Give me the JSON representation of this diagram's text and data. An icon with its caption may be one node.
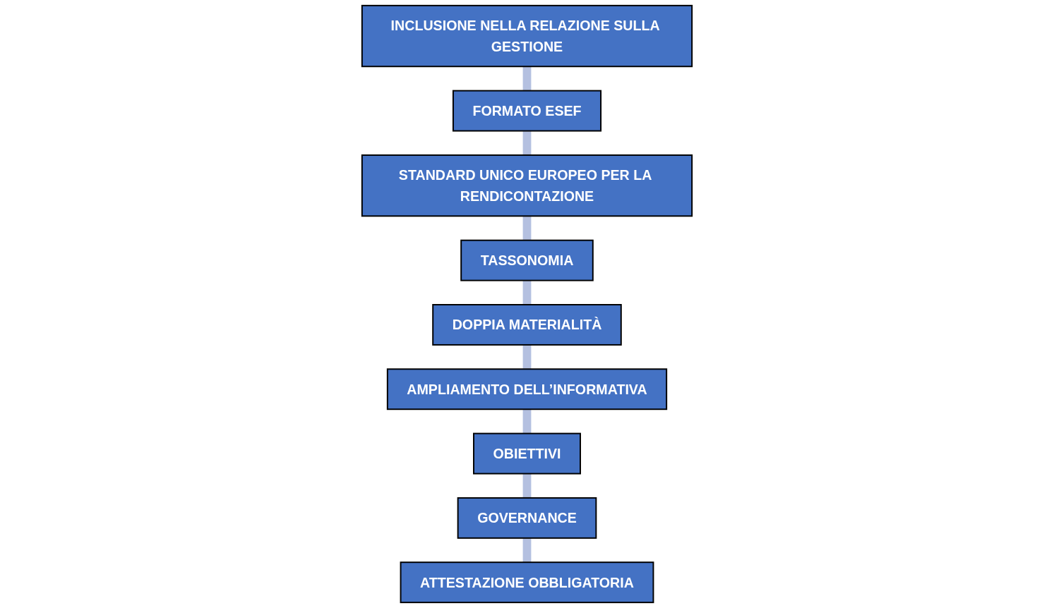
{
  "diagram": {
    "nodes": [
      {
        "text": [
          "INCLUSIONE NELLA RELAZIONE SULLA GESTIONE"
        ]
      },
      {
        "text": [
          "AMPLIAMENTO DELL’INFORMATIVA"
        ]
      },
      {
        "text": [
          "OBIETTIVI"
        ]
      },
      {
        "text": [
          "FORMATO ESEF"
        ]
      },
      {
        "text": [
          "DOPPIA MATERIALITÀ"
        ]
      },
      {
        "text": [
          "GOVERNANCE"
        ]
      },
      {
        "text": [
          "STANDARD UNICO EUROPEO PER LA RENDICONTAZIONE"
        ]
      },
      {
        "text": [
          "TASSONOMIA"
        ]
      },
      {
        "text": [
          "ATTESTAZIONE OBBLIGATORIA"
        ]
      }
    ],
    "edges": [
      {
        "from": 0,
        "to": 3,
        "arrow": "none"
      },
      {
        "from": 3,
        "to": 6,
        "arrow": "none"
      },
      {
        "from": 6,
        "to": 7,
        "arrow": "none"
      },
      {
        "from": 7,
        "to": 4,
        "arrow": "none"
      },
      {
        "from": 4,
        "to": 1,
        "arrow": "none"
      },
      {
        "from": 1,
        "to": 2,
        "arrow": "none"
      },
      {
        "from": 2,
        "to": 5,
        "arrow": "none"
      },
      {
        "from": 5,
        "to": 8,
        "arrow": "none"
      }
    ]
  }
}
